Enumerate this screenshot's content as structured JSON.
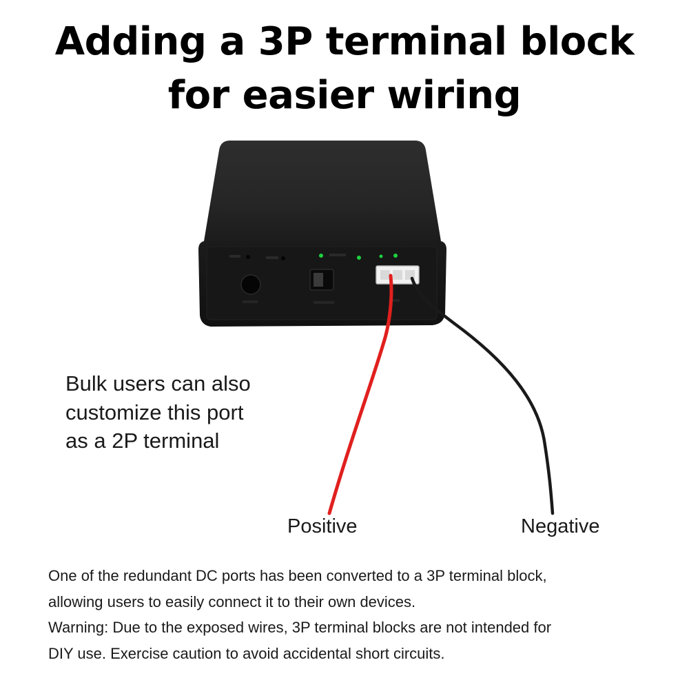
{
  "title": {
    "line1": "Adding a 3P terminal block",
    "line2": "for easier wiring"
  },
  "product": {
    "description": "photo",
    "case_color": "#1f1f1f",
    "led_color": "#1ed040",
    "wire_positive_color": "#e0201e",
    "wire_negative_color": "#1a1a1a",
    "connector_color": "#f2f2f2"
  },
  "note": {
    "line1": "Bulk users can also",
    "line2": "customize this port",
    "line3": "as a 2P terminal"
  },
  "labels": {
    "positive": "Positive",
    "negative": "Negative"
  },
  "description": {
    "line1": "One of the redundant DC ports has been converted to a 3P terminal block,",
    "line2": "allowing users to easily connect it to their own devices.",
    "line3": "Warning: Due to the exposed wires, 3P terminal blocks are not intended for",
    "line4": "DIY use. Exercise caution to avoid accidental short circuits."
  }
}
